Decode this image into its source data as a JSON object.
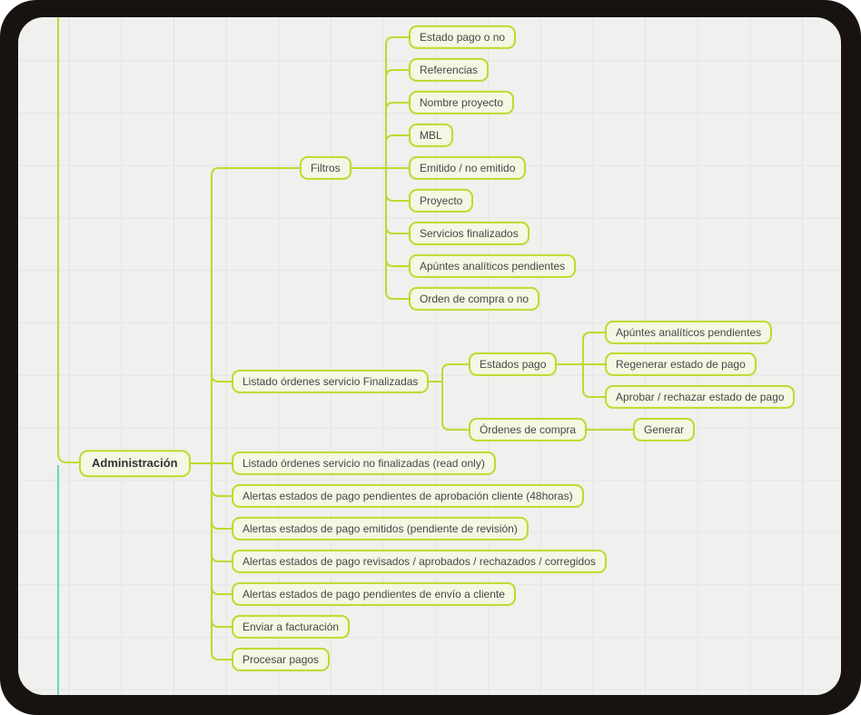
{
  "app": {
    "kind": "mindmap-editor"
  },
  "colors": {
    "connector_lime": "#b9dc2d",
    "connector_cyan": "#5fd7cd",
    "node_fill": "#f3f7e3",
    "node_border": "#b9dc2d",
    "canvas_bg": "#f0f0ee",
    "grid_line": "#e4e4e2",
    "frame_bg": "#181310",
    "text": "#474747"
  },
  "mindmap": {
    "root": {
      "label": "Administración"
    },
    "filtros": {
      "label": "Filtros",
      "children": [
        "Estado pago o no",
        "Referencias",
        "Nombre proyecto",
        "MBL",
        "Emitido / no emitido",
        "Proyecto",
        "Servicios finalizados",
        "Apúntes analíticos pendientes",
        "Orden de compra o no"
      ]
    },
    "listado_finalizadas": {
      "label": "Listado órdenes servicio Finalizadas",
      "estados_pago": {
        "label": "Estados pago",
        "children": [
          "Apúntes analíticos pendientes",
          "Regenerar estado de pago",
          "Aprobar / rechazar estado de pago"
        ]
      },
      "ordenes_compra": {
        "label": "Órdenes de compra",
        "children": [
          "Generar"
        ]
      }
    },
    "items": [
      "Listado órdenes servicio no finalizadas (read only)",
      "Alertas estados de pago pendientes de aprobación cliente (48horas)",
      "Alertas estados de pago emitidos (pendiente de revisión)",
      "Alertas estados de pago revisados / aprobados / rechazados / corregidos",
      "Alertas estados de pago pendientes de envío a cliente",
      "Enviar a facturación",
      "Procesar pagos"
    ]
  }
}
